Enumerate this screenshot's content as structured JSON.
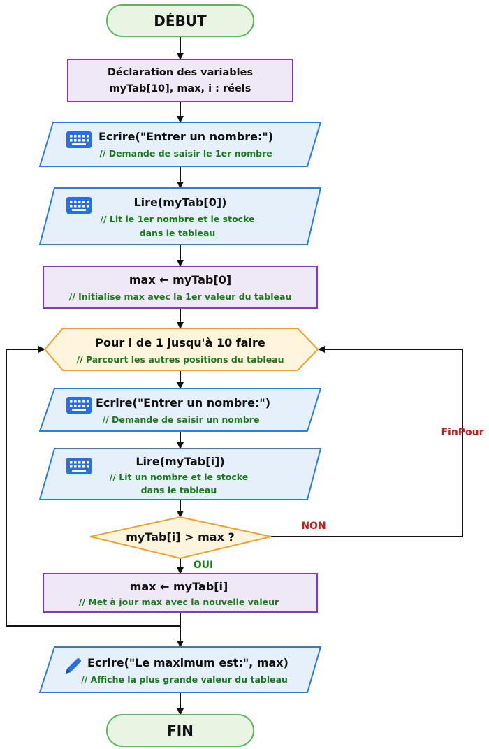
{
  "colors": {
    "terminal_fill": "#e8f5e3",
    "terminal_stroke": "#5cb85c",
    "process_fill": "#efe8f7",
    "process_stroke": "#7d3cc8",
    "io_fill": "#e6f0fb",
    "io_stroke": "#2a7de1",
    "decision_fill": "#fff4dc",
    "decision_stroke": "#f0a030",
    "comment": "#1a7a1a",
    "no_label": "#cc1a1a",
    "finpour_label": "#cc1a1a",
    "yes_label": "#1a7a1a"
  },
  "flowchart": {
    "start": {
      "label": "DÉBUT"
    },
    "declaration": {
      "line1": "Déclaration des variables",
      "line2": "myTab[10], max, i : réels"
    },
    "write1": {
      "icon": "keyboard-icon",
      "label": "Ecrire(\"Entrer un nombre:\")",
      "comment": "// Demande de saisir le 1er nombre"
    },
    "read1": {
      "icon": "keyboard-icon",
      "label": "Lire(myTab[0])",
      "comment1": "// Lit le 1er nombre et le stocke",
      "comment2": "dans le tableau"
    },
    "init_max": {
      "label": "max ← myTab[0]",
      "comment": "// Initialise max avec la 1er valeur du tableau"
    },
    "loop": {
      "label": "Pour i de 1 jusqu'à 10 faire",
      "comment": "// Parcourt les autres positions du tableau"
    },
    "write2": {
      "icon": "keyboard-icon",
      "label": "Ecrire(\"Entrer un nombre:\")",
      "comment": "// Demande de saisir un nombre"
    },
    "read2": {
      "icon": "keyboard-icon",
      "label": "Lire(myTab[i])",
      "comment1": "// Lit un nombre et le stocke",
      "comment2": "dans le tableau"
    },
    "decision": {
      "label": "myTab[i] > max ?"
    },
    "update_max": {
      "label": "max ← myTab[i]",
      "comment": "// Met à jour max avec la nouvelle valeur"
    },
    "output": {
      "icon": "pencil-icon",
      "label": "Ecrire(\"Le maximum est:\", max)",
      "comment": "// Affiche la plus grande valeur du tableau"
    },
    "end": {
      "label": "FIN"
    },
    "labels": {
      "yes": "OUI",
      "no": "NON",
      "loop_end": "FinPour"
    }
  }
}
